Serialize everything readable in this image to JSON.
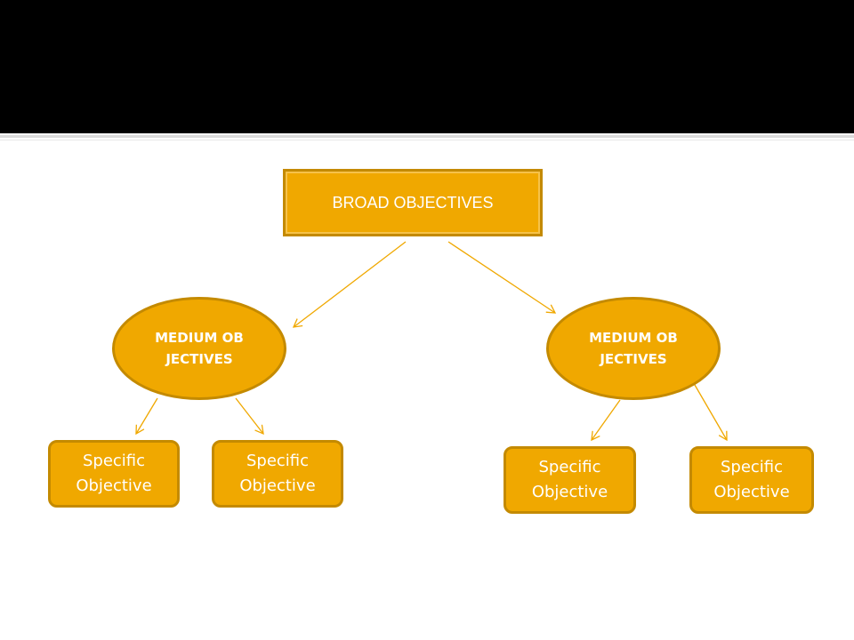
{
  "diagram": {
    "root": {
      "label": "BROAD OBJECTIVES"
    },
    "medium": [
      {
        "label": "MEDIUM OBJECTIVES"
      },
      {
        "label": "MEDIUM OBJECTIVES"
      }
    ],
    "specific": [
      {
        "label": "Specific Objective"
      },
      {
        "label": "Specific Objective"
      },
      {
        "label": "Specific Objective"
      },
      {
        "label": "Specific Objective"
      }
    ]
  },
  "colors": {
    "header": "#000000",
    "node_fill": "#f0a800",
    "node_border": "#c48a00",
    "connector": "#f0a800",
    "text": "#ffffff"
  }
}
